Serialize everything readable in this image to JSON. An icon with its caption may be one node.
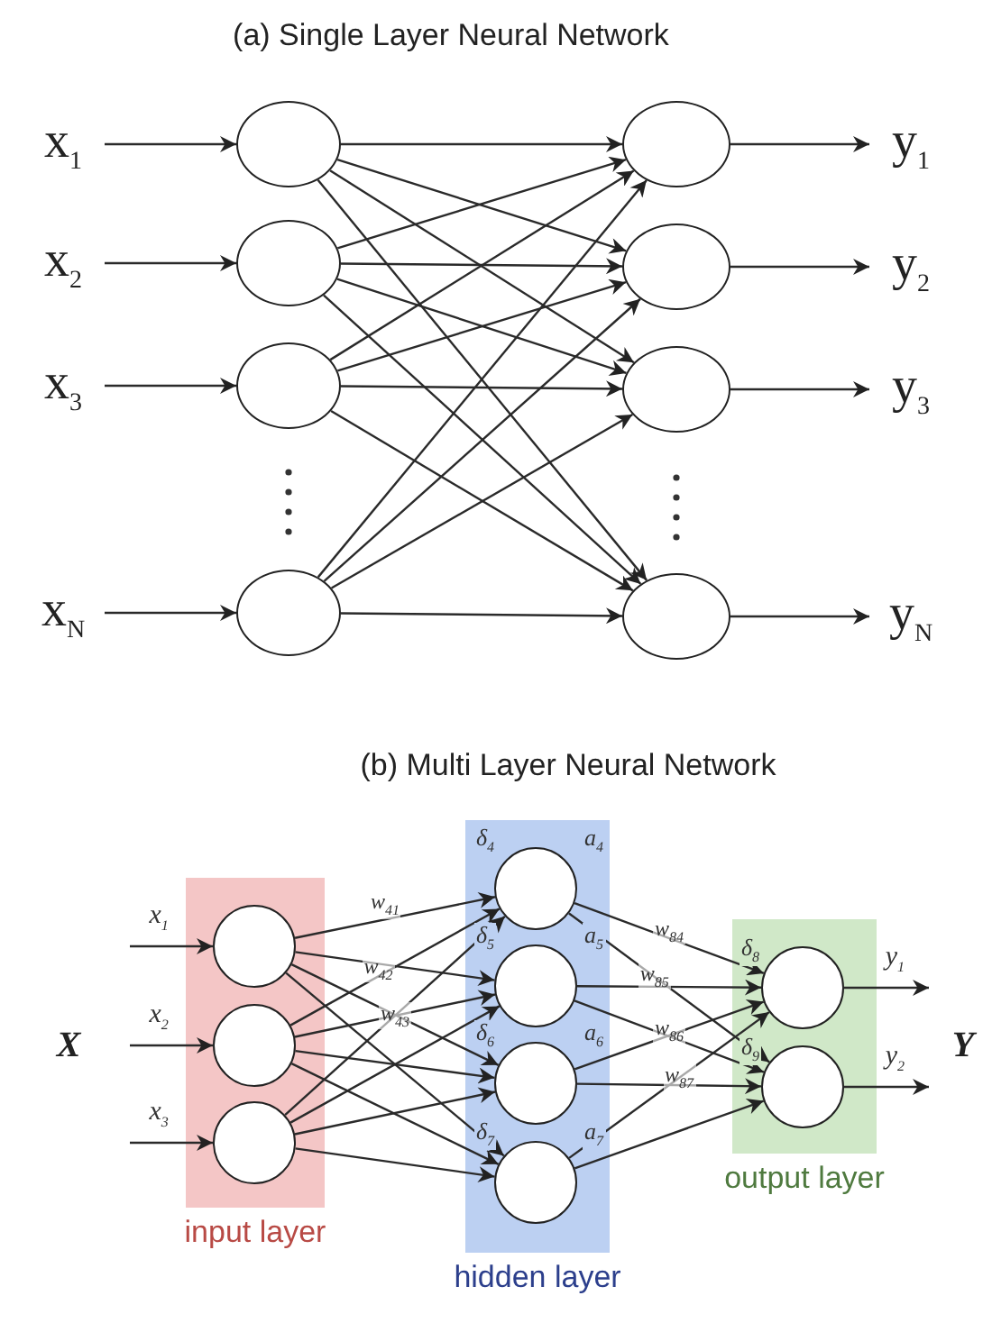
{
  "diagram": {
    "nodes": [
      {
        "text": [
          "x$_{1}$"
        ]
      },
      {
        "text": [
          "x$_{2}$"
        ]
      },
      {
        "text": [
          "x$_{3}$"
        ]
      },
      {
        "text": [
          "x$_{N}$"
        ]
      },
      {
        "text": [],
        "shape": "circle"
      },
      {
        "text": [],
        "shape": "circle"
      },
      {
        "text": [],
        "shape": "circle"
      },
      {
        "text": [],
        "shape": "circle"
      },
      {
        "text": [],
        "shape": "circle"
      },
      {
        "text": [],
        "shape": "circle"
      },
      {
        "text": [],
        "shape": "circle"
      },
      {
        "text": [],
        "shape": "circle"
      },
      {
        "text": [
          "y$_{1}$"
        ]
      },
      {
        "text": [
          "y$_{2}$"
        ]
      },
      {
        "text": [
          "y$_{3}$"
        ]
      },
      {
        "text": [
          "y$_{N}$"
        ]
      },
      {
        "text": [
          "input layer"
        ]
      },
      {
        "text": [],
        "shape": "circle",
        "in": 16
      },
      {
        "text": [],
        "shape": "circle",
        "in": 16
      },
      {
        "text": [],
        "shape": "circle",
        "in": 16
      },
      {
        "text": [
          "hidden layer"
        ]
      },
      {
        "text": [],
        "shape": "circle",
        "in": 20,
        "beside": [
          "δ$_{4}$",
          "a$_{4}$"
        ]
      },
      {
        "text": [],
        "shape": "circle",
        "in": 20,
        "beside": [
          "δ$_{5}$",
          "a$_{5}$"
        ]
      },
      {
        "text": [],
        "shape": "circle",
        "in": 20,
        "beside": [
          "δ$_{6}$",
          "a$_{6}$"
        ]
      },
      {
        "text": [],
        "shape": "circle",
        "in": 20,
        "beside": [
          "δ$_{7}$",
          "a$_{7}$"
        ]
      },
      {
        "text": [
          "output layer"
        ]
      },
      {
        "text": [],
        "shape": "circle",
        "in": 25,
        "beside": [
          "δ$_{8}$"
        ]
      },
      {
        "text": [],
        "shape": "circle",
        "in": 25,
        "beside": [
          "δ$_{9}$"
        ]
      }
    ],
    "edges": [
      {
        "from": 0,
        "to": 4,
        "arrow": "to"
      },
      {
        "from": 1,
        "to": 5,
        "arrow": "to"
      },
      {
        "from": 2,
        "to": 6,
        "arrow": "to"
      },
      {
        "from": 3,
        "to": 7,
        "arrow": "to"
      },
      {
        "from": 4,
        "to": 8,
        "arrow": "to"
      },
      {
        "from": 4,
        "to": 9,
        "arrow": "to"
      },
      {
        "from": 4,
        "to": 10,
        "arrow": "to"
      },
      {
        "from": 4,
        "to": 11,
        "arrow": "to"
      },
      {
        "from": 5,
        "to": 8,
        "arrow": "to"
      },
      {
        "from": 5,
        "to": 9,
        "arrow": "to"
      },
      {
        "from": 5,
        "to": 10,
        "arrow": "to"
      },
      {
        "from": 5,
        "to": 11,
        "arrow": "to"
      },
      {
        "from": 6,
        "to": 8,
        "arrow": "to"
      },
      {
        "from": 6,
        "to": 9,
        "arrow": "to"
      },
      {
        "from": 6,
        "to": 10,
        "arrow": "to"
      },
      {
        "from": 6,
        "to": 11,
        "arrow": "to"
      },
      {
        "from": 7,
        "to": 8,
        "arrow": "to"
      },
      {
        "from": 7,
        "to": 9,
        "arrow": "to"
      },
      {
        "from": 7,
        "to": 10,
        "arrow": "to"
      },
      {
        "from": 7,
        "to": 11,
        "arrow": "to"
      },
      {
        "from": 8,
        "to": 12,
        "arrow": "to"
      },
      {
        "from": 9,
        "to": 13,
        "arrow": "to"
      },
      {
        "from": 10,
        "to": 14,
        "arrow": "to"
      },
      {
        "from": 11,
        "to": 15,
        "arrow": "to"
      },
      {
        "from": null,
        "to": 17,
        "arrow": "to",
        "label": "x$_{1}$"
      },
      {
        "from": null,
        "to": 18,
        "arrow": "to",
        "label": "x$_{2}$"
      },
      {
        "from": null,
        "to": 19,
        "arrow": "to",
        "label": "x$_{3}$"
      },
      {
        "from": 17,
        "to": 21,
        "arrow": "to",
        "label": "w$_{41}$"
      },
      {
        "from": 17,
        "to": 22,
        "arrow": "to"
      },
      {
        "from": 17,
        "to": 23,
        "arrow": "to"
      },
      {
        "from": 17,
        "to": 24,
        "arrow": "to"
      },
      {
        "from": 18,
        "to": 21,
        "arrow": "to",
        "label": "w$_{42}$"
      },
      {
        "from": 18,
        "to": 22,
        "arrow": "to"
      },
      {
        "from": 18,
        "to": 23,
        "arrow": "to"
      },
      {
        "from": 18,
        "to": 24,
        "arrow": "to"
      },
      {
        "from": 19,
        "to": 21,
        "arrow": "to",
        "label": "w$_{43}$"
      },
      {
        "from": 19,
        "to": 22,
        "arrow": "to"
      },
      {
        "from": 19,
        "to": 23,
        "arrow": "to"
      },
      {
        "from": 19,
        "to": 24,
        "arrow": "to"
      },
      {
        "from": 21,
        "to": 26,
        "arrow": "to",
        "label": "w$_{84}$"
      },
      {
        "from": 21,
        "to": 27,
        "arrow": "to"
      },
      {
        "from": 22,
        "to": 26,
        "arrow": "to",
        "label": "w$_{85}$"
      },
      {
        "from": 22,
        "to": 27,
        "arrow": "to"
      },
      {
        "from": 23,
        "to": 26,
        "arrow": "to",
        "label": "w$_{86}$"
      },
      {
        "from": 23,
        "to": 27,
        "arrow": "to"
      },
      {
        "from": 24,
        "to": 26,
        "arrow": "to",
        "label": "w$_{87}$"
      },
      {
        "from": 24,
        "to": 27,
        "arrow": "to"
      },
      {
        "from": 26,
        "to": null,
        "arrow": "to",
        "label": "y$_{1}$"
      },
      {
        "from": 27,
        "to": null,
        "arrow": "to",
        "label": "y$_{2}$"
      }
    ],
    "labels": [
      "(a)  Single Layer Neural Network",
      "(b) Multi Layer Neural Network",
      "X",
      "Y"
    ]
  }
}
